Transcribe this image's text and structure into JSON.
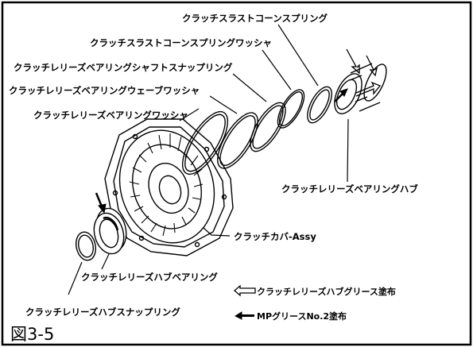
{
  "figure_label": "図3-5",
  "labels": {
    "thrust_cone_spring": "クラッチスラストコーンスプリング",
    "thrust_cone_spring_washer": "クラッチスラストコーンスプリングワッシャ",
    "bearing_shaft_snap_ring": "クラッチレリーズベアリングシャフトスナップリング",
    "bearing_wave_washer": "クラッチレリーズベアリングウェーブワッシャ",
    "bearing_washer": "クラッチレリーズベアリングワッシャ",
    "bearing_hub": "クラッチレリーズベアリングハブ",
    "clutch_cover_assy": "クラッチカバ-Assy",
    "hub_bearing": "クラッチレリーズハブベアリング",
    "hub_snap_ring": "クラッチレリーズハブスナップリング"
  },
  "legend": {
    "grease_hub": "クラッチレリーズハブグリース塗布",
    "grease_mp": "MPグリースNo.2塗布"
  },
  "colors": {
    "line": "#000000",
    "background": "#ffffff"
  }
}
